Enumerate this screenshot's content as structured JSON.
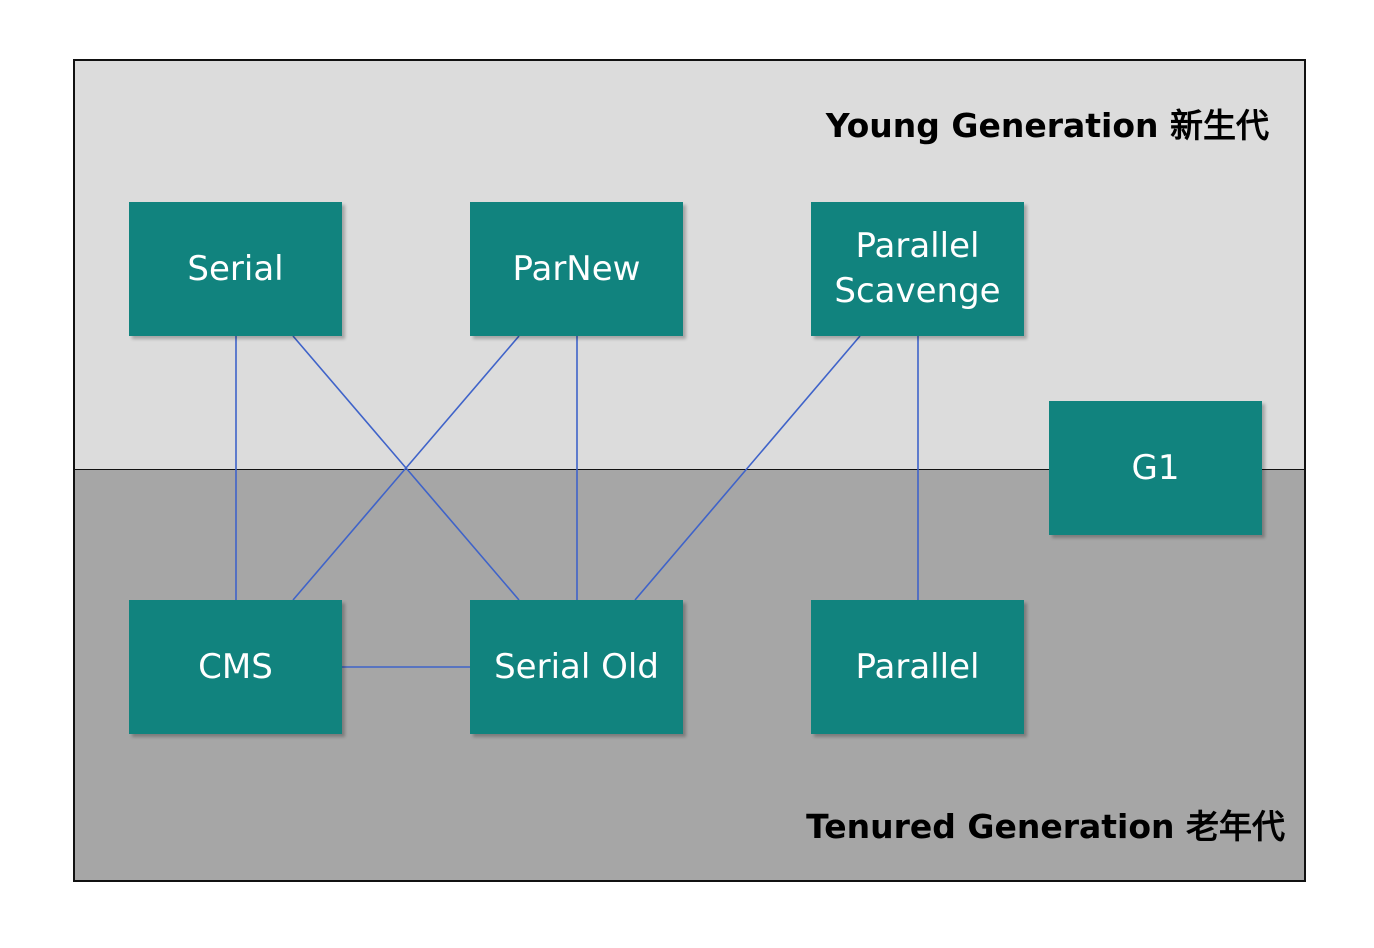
{
  "regions": {
    "young": {
      "title": "Young Generation 新生代"
    },
    "tenured": {
      "title": "Tenured Generation 老年代"
    }
  },
  "collectors": {
    "serial": "Serial",
    "parnew": "ParNew",
    "parallel_scavenge": "Parallel\nScavenge",
    "g1": "G1",
    "cms": "CMS",
    "serial_old": "Serial Old",
    "parallel": "Parallel"
  },
  "connections": [
    [
      "serial",
      "cms"
    ],
    [
      "serial",
      "serial_old"
    ],
    [
      "parnew",
      "cms"
    ],
    [
      "parnew",
      "serial_old"
    ],
    [
      "parallel_scavenge",
      "serial_old"
    ],
    [
      "parallel_scavenge",
      "parallel"
    ],
    [
      "cms",
      "serial_old"
    ]
  ],
  "colors": {
    "box_fill": "#11837e",
    "box_text": "#ffffff",
    "young_bg": "#dcdcdc",
    "tenured_bg": "#a6a6a6",
    "connector": "#3f63c9"
  }
}
